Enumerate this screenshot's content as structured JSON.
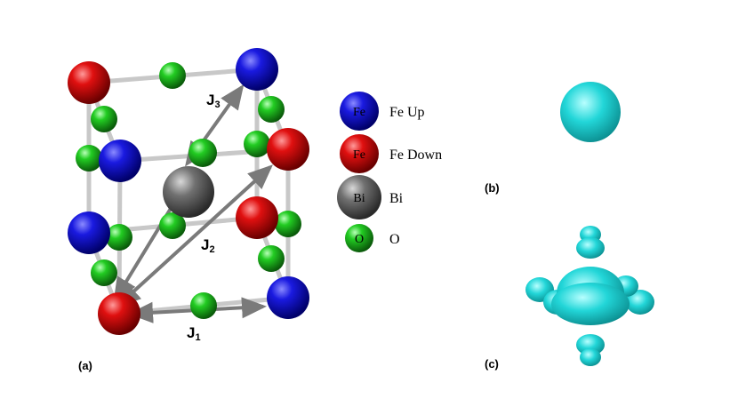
{
  "panels": {
    "a": "(a)",
    "b": "(b)",
    "c": "(c)"
  },
  "exchange_labels": {
    "j1": {
      "main": "J",
      "sub": "1"
    },
    "j2": {
      "main": "J",
      "sub": "2"
    },
    "j3": {
      "main": "J",
      "sub": "3"
    }
  },
  "legend": [
    {
      "symbol": "Fe",
      "label": "Fe Up",
      "color": "#0a0ad0"
    },
    {
      "symbol": "Fe",
      "label": "Fe Down",
      "color": "#d80a0a"
    },
    {
      "symbol": "Bi",
      "label": "Bi",
      "color": "#6a6a6a"
    },
    {
      "symbol": "O",
      "label": "O",
      "color": "#22c022"
    }
  ],
  "colors": {
    "fe_up": "#0a0ad0",
    "fe_down": "#d80a0a",
    "bi": "#6a6a6a",
    "oxygen": "#22c022",
    "bond": "#c8c8c8",
    "arrow": "#7a7a7a",
    "density": "#22d6d8"
  }
}
